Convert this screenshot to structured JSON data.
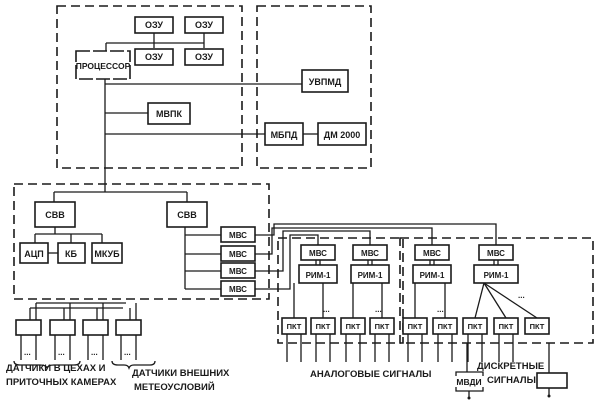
{
  "diagram": {
    "computer_block": {
      "ram": [
        "ОЗУ",
        "ОЗУ",
        "ОЗУ",
        "ОЗУ"
      ],
      "processor": "ПРОЦЕССОР",
      "mvpk": "МВПК"
    },
    "storage_block": {
      "uvpmd": "УВПМД",
      "mbpd": "МБПД",
      "dm": "ДМ 2000"
    },
    "io_block": {
      "svv_left": "СВВ",
      "svv_right": "СВВ",
      "adc": "АЦП",
      "kb": "КБ",
      "mkub": "МКУБ",
      "mvs": [
        "МВС",
        "МВС",
        "МВС",
        "МВС"
      ]
    },
    "remote_groups": [
      {
        "mvs": "МВС",
        "rim": "РИМ-1",
        "pkt": [
          "ПКТ",
          "ПКТ"
        ],
        "ellipsis": "..."
      },
      {
        "mvs": "МВС",
        "rim": "РИМ-1",
        "pkt": [
          "ПКТ",
          "ПКТ"
        ],
        "ellipsis": "..."
      },
      {
        "mvs": "МВС",
        "rim": "РИМ-1",
        "pkt": [
          "ПКТ",
          "ПКТ"
        ],
        "ellipsis": "..."
      },
      {
        "mvs": "МВС",
        "rim": "РИМ-1",
        "pkt": [
          "ПКТ",
          "ПКТ",
          "ПКТ"
        ],
        "ellipsis": "..."
      }
    ],
    "sensor_ellipsis": "...",
    "captions": {
      "sensors_shops_1": "ДАТЧИКИ В ЦЕХАХ И",
      "sensors_shops_2": "ПРИТОЧНЫХ КАМЕРАХ",
      "sensors_weather_1": "ДАТЧИКИ ВНЕШНИХ",
      "sensors_weather_2": "МЕТЕОУСЛОВИЙ",
      "analog": "АНАЛОГОВЫЕ СИГНАЛЫ",
      "discrete_1": "ДИСКРЕТНЫЕ",
      "discrete_2": "СИГНАЛЫ",
      "mvdi": "МВДИ"
    }
  }
}
